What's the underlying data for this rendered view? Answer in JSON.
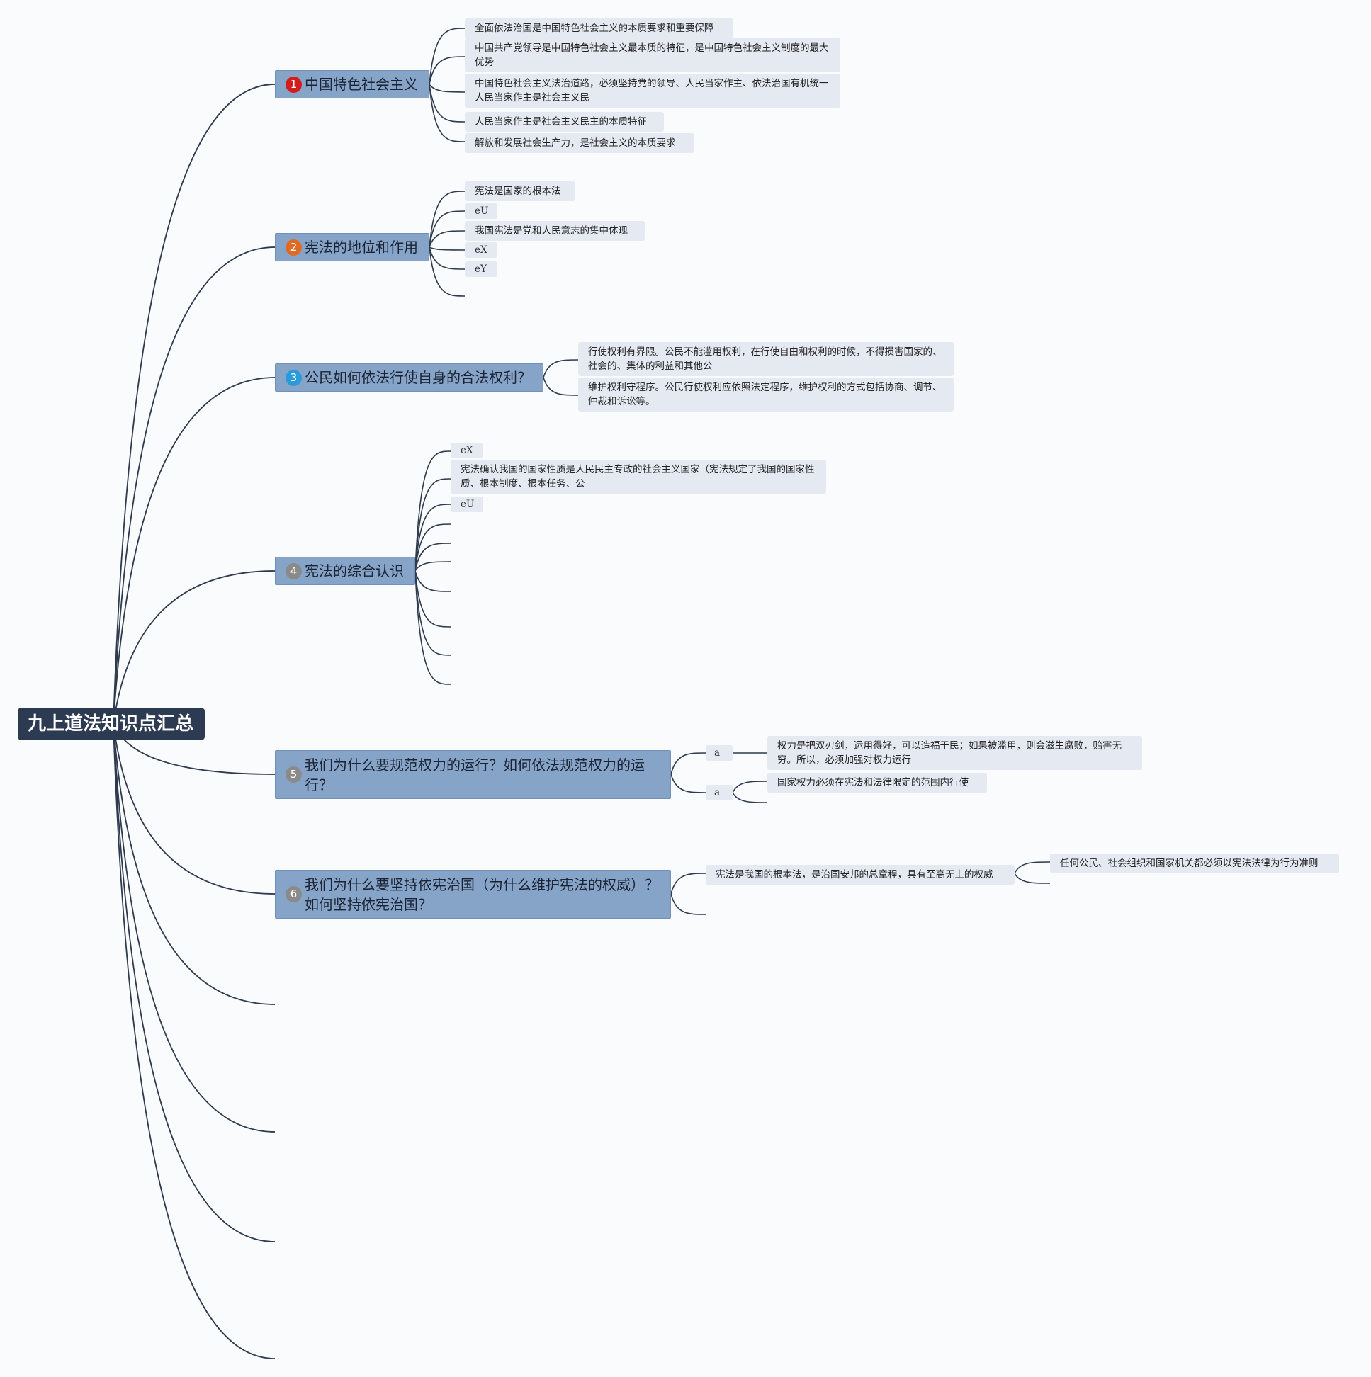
{
  "root": {
    "label": "九上道法知识点汇总"
  },
  "topics": [
    {
      "num": "1",
      "color": "#d41c1c",
      "label": "中国特色社会主义",
      "leaves": [
        "全面依法治国是中国特色社会主义的本质要求和重要保障",
        "中国共产党领导是中国特色社会主义最本质的特征，是中国特色社会主义制度的最大优势",
        "中国特色社会主义法治道路，必须坚持党的领导、人民当家作主、依法治国有机统一 人民当家作主是社会主义民",
        "人民当家作主是社会主义民主的本质特征",
        "解放和发展社会生产力，是社会主义的本质要求"
      ]
    },
    {
      "num": "2",
      "color": "#e06a24",
      "label": "宪法的地位和作用",
      "leaves": [
        "宪法是国家的根本法",
        "eU",
        "我国宪法是党和人民意志的集中体现",
        "eX",
        "eY"
      ]
    },
    {
      "num": "3",
      "color": "#2a9ad8",
      "label": "公民如何依法行使自身的合法权利？",
      "leaves": [
        "行使权利有界限。公民不能滥用权利，在行使自由和权利的时候，不得损害国家的、社会的、集体的利益和其他公",
        "维护权利守程序。公民行使权利应依照法定程序，维护权利的方式包括协商、调节、仲裁和诉讼等。"
      ]
    },
    {
      "num": "4",
      "color": "#8a8a8a",
      "label": "宪法的综合认识",
      "leaves": [
        "eX",
        "宪法确认我国的国家性质是人民民主专政的社会主义国家（宪法规定了我国的国家性质、根本制度、根本任务、公",
        "eU"
      ]
    },
    {
      "num": "5",
      "color": "#8a8a8a",
      "label": "我们为什么要规范权力的运行？如何依法规范权力的运行？",
      "subs": [
        {
          "label": "a",
          "child": "权力是把双刃剑，运用得好，可以造福于民；如果被滥用，则会滋生腐败，贻害无穷。所以，必须加强对权力运行"
        },
        {
          "label": "a",
          "child": "国家权力必须在宪法和法律限定的范围内行使"
        }
      ]
    },
    {
      "num": "6",
      "color": "#8a8a8a",
      "label": "我们为什么要坚持依宪治国（为什么维护宪法的权威）？如何坚持依宪治国？",
      "subs": [
        {
          "label": "宪法是我国的根本法，是治国安邦的总章程，具有至高无上的权威",
          "child": "任何公民、社会组织和国家机关都必须以宪法法律为行为准则"
        }
      ]
    }
  ]
}
